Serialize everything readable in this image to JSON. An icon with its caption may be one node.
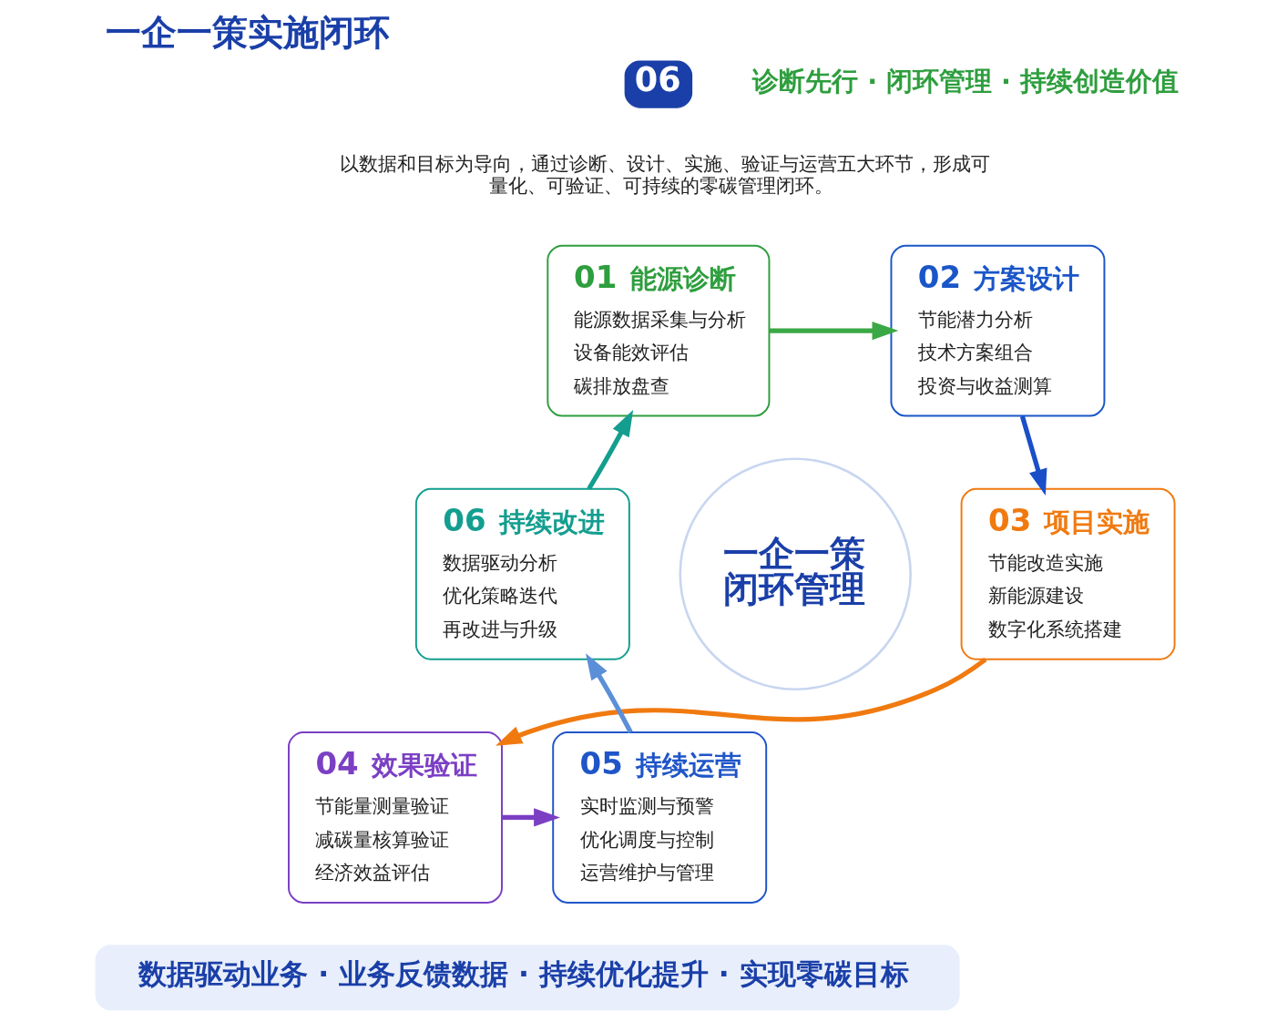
{
  "diagram": {
    "title": "一企一策实施闭环",
    "nodes": [
      {
        "text": [
          "01",
          "能源诊断",
          "能源数据采集与分析",
          "设备能效评估",
          "碳排放盘查"
        ]
      },
      {
        "text": [
          "02",
          "方案设计",
          "节能潜力分析",
          "技术方案组合",
          "投资与收益测算"
        ]
      },
      {
        "text": [
          "06",
          "持续改进",
          "数据驱动分析",
          "优化策略迭代",
          "再改进与升级"
        ]
      },
      {
        "text": [
          "一企一策闭环管理"
        ]
      },
      {
        "text": [
          "03",
          "项目实施",
          "节能改造实施",
          "新能源建设",
          "数字化系统搭建"
        ]
      },
      {
        "text": [
          "05",
          "持续运营",
          "实时监测与预警",
          "优化调度与控制",
          "运营维护与管理"
        ]
      },
      {
        "text": [
          "04",
          "效果验证",
          "节能量测量验证",
          "减碳量核算验证",
          "经济效益评估"
        ]
      },
      {
        "text": [
          "数据驱动业务 · 业务反馈数据 · 持续优化提升 · 实现零碳目标"
        ]
      }
    ],
    "edges": [
      {
        "from": 0,
        "to": 1,
        "arrow": "to",
        "color": "#3aa845"
      },
      {
        "from": 1,
        "to": 4,
        "arrow": "to",
        "color": "#1a4fc8"
      },
      {
        "from": 4,
        "to": 6,
        "arrow": "to",
        "color": "#f07a10"
      },
      {
        "from": 6,
        "to": 5,
        "arrow": "to",
        "color": "#7b3fc4"
      },
      {
        "from": 5,
        "to": 2,
        "arrow": "to",
        "color": "#5b8fd8"
      },
      {
        "from": 2,
        "to": 0,
        "arrow": "to",
        "color": "#139e8f"
      }
    ],
    "labels": [
      "06",
      "诊断先行 · 闭环管理 · 持续创造价值",
      "以数据和目标为导向，通过诊断、设计、实施、验证与运营五大环节，形成可量化、可验证、可持续的零碳管理闭环。"
    ]
  }
}
